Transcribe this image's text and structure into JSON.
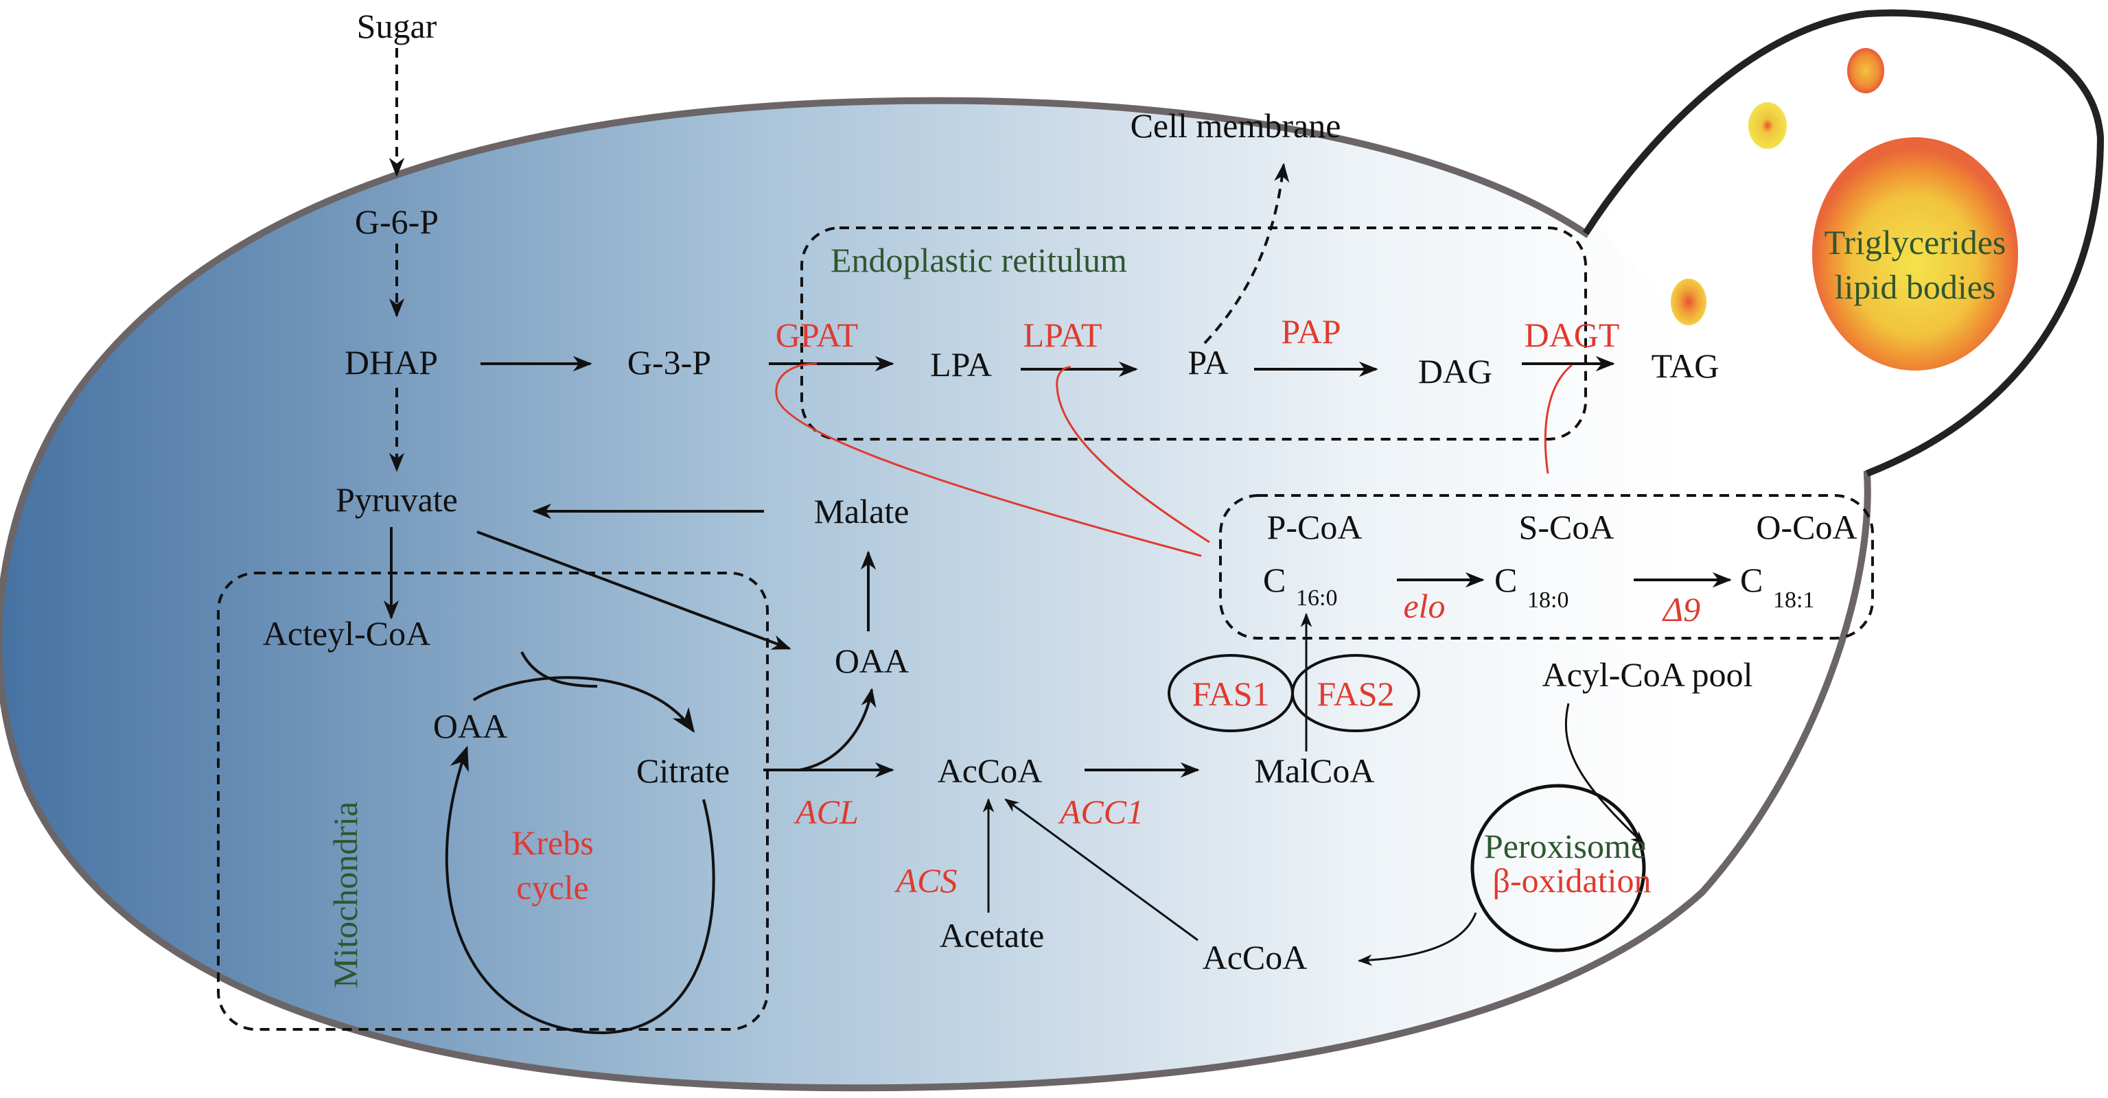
{
  "title": "Lipid biosynthesis pathway in oleaginous yeast",
  "colors": {
    "metabolite": "#111111",
    "enzyme": "#e03a2f",
    "organelle": "#2f5630",
    "cytoplasm_dark": "#4a77a6",
    "cytoplasm_light": "#ffffff",
    "cell_wall": "#6b6567",
    "lipid_outer": "#ee6b30",
    "lipid_inner": "#f4e24a"
  },
  "metabolites": {
    "sugar": "Sugar",
    "g6p": "G-6-P",
    "dhap": "DHAP",
    "g3p": "G-3-P",
    "lpa": "LPA",
    "pa": "PA",
    "dag": "DAG",
    "tag": "TAG",
    "cell_membrane": "Cell membrane",
    "pyruvate": "Pyruvate",
    "malate": "Malate",
    "oaa_cyto": "OAA",
    "acetyl_coa_mito": "Acteyl-CoA",
    "oaa_mito": "OAA",
    "citrate": "Citrate",
    "accoa": "AcCoA",
    "malcoa": "MalCoA",
    "acetate": "Acetate",
    "accoa_perox": "AcCoA",
    "p_coa": "P-CoA",
    "s_coa": "S-CoA",
    "o_coa": "O-CoA",
    "c16": "C",
    "c16_sub": "16:0",
    "c18_0": "C",
    "c18_0_sub": "18:0",
    "c18_1": "C",
    "c18_1_sub": "18:1",
    "acyl_pool": "Acyl-CoA pool"
  },
  "enzymes": {
    "gpat": "GPAT",
    "lpat": "LPAT",
    "pap": "PAP",
    "dagt": "DAGT",
    "elo": "elo",
    "delta9": "Δ9",
    "fas1": "FAS1",
    "fas2": "FAS2",
    "acl": "ACL",
    "acc1": "ACC1",
    "acs": "ACS",
    "krebs_line1": "Krebs",
    "krebs_line2": "cycle",
    "beta_ox": "β-oxidation"
  },
  "organelles": {
    "er": "Endoplastic retitulum",
    "mitochondria": "Mitochondria",
    "peroxisome": "Peroxisome",
    "lipid_line1": "Triglycerides",
    "lipid_line2": "lipid bodies"
  }
}
